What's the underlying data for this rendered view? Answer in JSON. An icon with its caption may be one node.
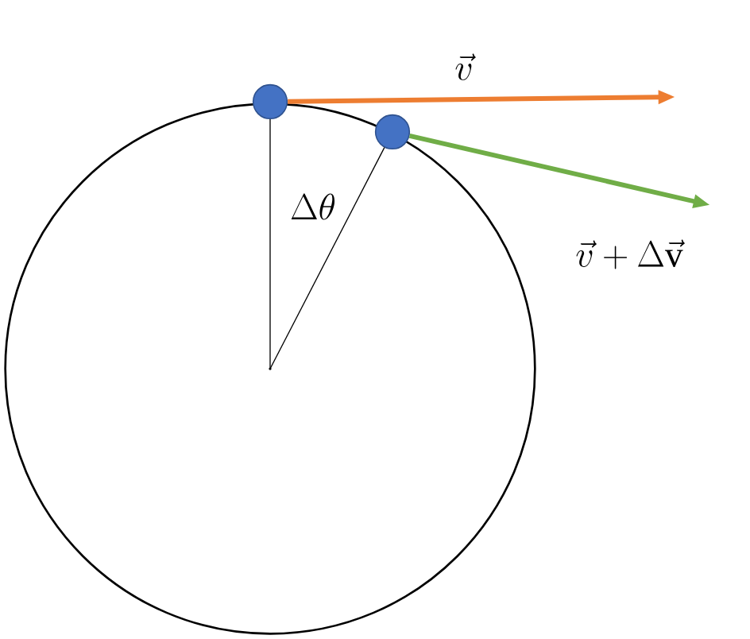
{
  "diagram": {
    "nodes": [
      {
        "text": [],
        "shape": "circle"
      },
      {
        "text": [],
        "shape": "circle"
      },
      {
        "text": [],
        "shape": "circle"
      },
      {
        "text": [],
        "shape": "point",
        "in": 0
      }
    ],
    "edges": [
      {
        "from": 1,
        "to": null,
        "arrow": "to",
        "label": "\\vec{v}",
        "style": "thick",
        "color": "#ed7d31"
      },
      {
        "from": 2,
        "to": null,
        "arrow": "to",
        "label": "\\vec{v}+\\Delta\\vec{\\mathrm{v}}",
        "style": "thick",
        "color": "#70ad47"
      },
      {
        "from": 3,
        "to": 1,
        "arrow": "none"
      },
      {
        "from": 3,
        "to": 2,
        "arrow": "none"
      }
    ],
    "labels": [
      "\\Delta\\theta"
    ]
  }
}
